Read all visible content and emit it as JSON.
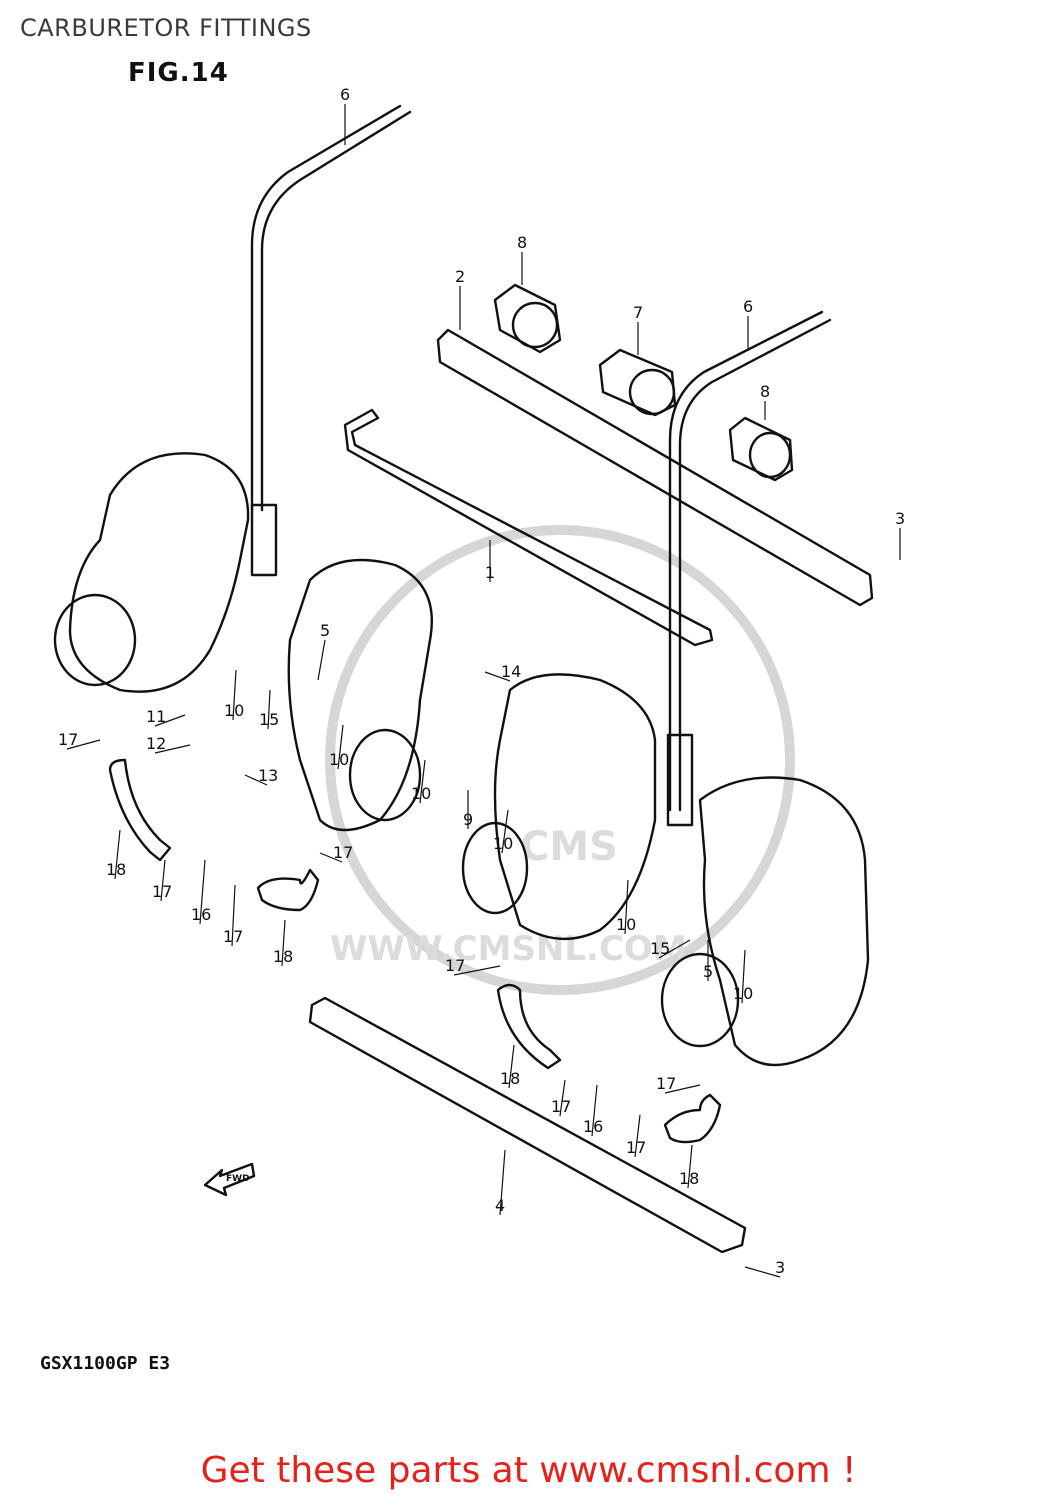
{
  "page": {
    "title": "CARBURETOR FITTINGS",
    "figure": "FIG.14",
    "model_code": "GSX1100GP E3",
    "cta": "Get these parts at www.cmsnl.com !",
    "colors": {
      "cta": "#e8201c",
      "title": "#3a3a3a",
      "line": "#111111"
    }
  },
  "watermark": {
    "brand": "CMS",
    "url": "WWW.CMSNL.COM"
  },
  "fwd_arrow": {
    "label": "FWD"
  },
  "callouts": [
    {
      "id": "c6a",
      "label": "6"
    },
    {
      "id": "c8a",
      "label": "8"
    },
    {
      "id": "c2",
      "label": "2"
    },
    {
      "id": "c7",
      "label": "7"
    },
    {
      "id": "c6b",
      "label": "6"
    },
    {
      "id": "c8b",
      "label": "8"
    },
    {
      "id": "c3a",
      "label": "3"
    },
    {
      "id": "c1",
      "label": "1"
    },
    {
      "id": "c5a",
      "label": "5"
    },
    {
      "id": "c14",
      "label": "14"
    },
    {
      "id": "c10a",
      "label": "10"
    },
    {
      "id": "c11",
      "label": "11"
    },
    {
      "id": "c15a",
      "label": "15"
    },
    {
      "id": "c12",
      "label": "12"
    },
    {
      "id": "c17a",
      "label": "17"
    },
    {
      "id": "c13",
      "label": "13"
    },
    {
      "id": "c10b",
      "label": "10"
    },
    {
      "id": "c10c",
      "label": "10"
    },
    {
      "id": "c9",
      "label": "9"
    },
    {
      "id": "c10d",
      "label": "10"
    },
    {
      "id": "c17b",
      "label": "17"
    },
    {
      "id": "c18a",
      "label": "18"
    },
    {
      "id": "c17c",
      "label": "17"
    },
    {
      "id": "c16a",
      "label": "16"
    },
    {
      "id": "c17d",
      "label": "17"
    },
    {
      "id": "c18b",
      "label": "18"
    },
    {
      "id": "c10e",
      "label": "10"
    },
    {
      "id": "c15b",
      "label": "15"
    },
    {
      "id": "c5b",
      "label": "5"
    },
    {
      "id": "c10f",
      "label": "10"
    },
    {
      "id": "c17e",
      "label": "17"
    },
    {
      "id": "c18c",
      "label": "18"
    },
    {
      "id": "c17f",
      "label": "17"
    },
    {
      "id": "c17g",
      "label": "17"
    },
    {
      "id": "c16b",
      "label": "16"
    },
    {
      "id": "c17h",
      "label": "17"
    },
    {
      "id": "c18d",
      "label": "18"
    },
    {
      "id": "c4",
      "label": "4"
    },
    {
      "id": "c3b",
      "label": "3"
    }
  ]
}
